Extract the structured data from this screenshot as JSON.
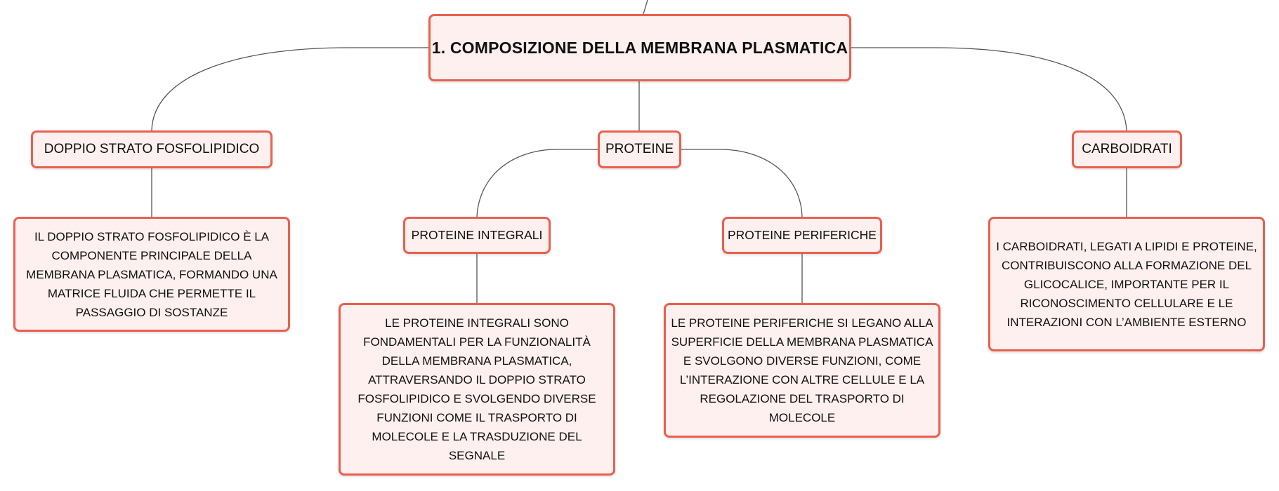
{
  "root": {
    "label": "1. COMPOSIZIONE DELLA MEMBRANA PLASMATICA"
  },
  "branches": {
    "doppio_strato": {
      "label": "DOPPIO STRATO FOSFOLIPIDICO",
      "description": "IL DOPPIO STRATO FOSFOLIPIDICO È LA COMPONENTE PRINCIPALE DELLA MEMBRANA PLASMATICA, FORMANDO UNA MATRICE FLUIDA CHE PERMETTE IL PASSAGGIO DI SOSTANZE"
    },
    "proteine": {
      "label": "PROTEINE",
      "integrali": {
        "label": "PROTEINE INTEGRALI",
        "description": "LE PROTEINE INTEGRALI SONO FONDAMENTALI PER LA FUNZIONALITÀ DELLA MEMBRANA PLASMATICA, ATTRAVERSANDO IL DOPPIO STRATO FOSFOLIPIDICO E SVOLGENDO DIVERSE FUNZIONI COME IL TRASPORTO DI MOLECOLE E LA TRASDUZIONE DEL SEGNALE"
      },
      "periferiche": {
        "label": "PROTEINE PERIFERICHE",
        "description": "LE PROTEINE PERIFERICHE SI LEGANO ALLA SUPERFICIE DELLA MEMBRANA PLASMATICA E SVOLGONO DIVERSE FUNZIONI, COME L’INTERAZIONE CON ALTRE CELLULE E LA REGOLAZIONE DEL TRASPORTO DI MOLECOLE"
      }
    },
    "carboidrati": {
      "label": "CARBOIDRATI",
      "description": "I CARBOIDRATI, LEGATI A LIPIDI E PROTEINE, CONTRIBUISCONO ALLA FORMAZIONE DEL GLICOCALICE, IMPORTANTE PER IL RICONOSCIMENTO CELLULARE E LE INTERAZIONI CON L’AMBIENTE ESTERNO"
    }
  },
  "colors": {
    "node_border": "#e8604f",
    "node_fill": "#fdf0ee",
    "connector": "#555555"
  }
}
